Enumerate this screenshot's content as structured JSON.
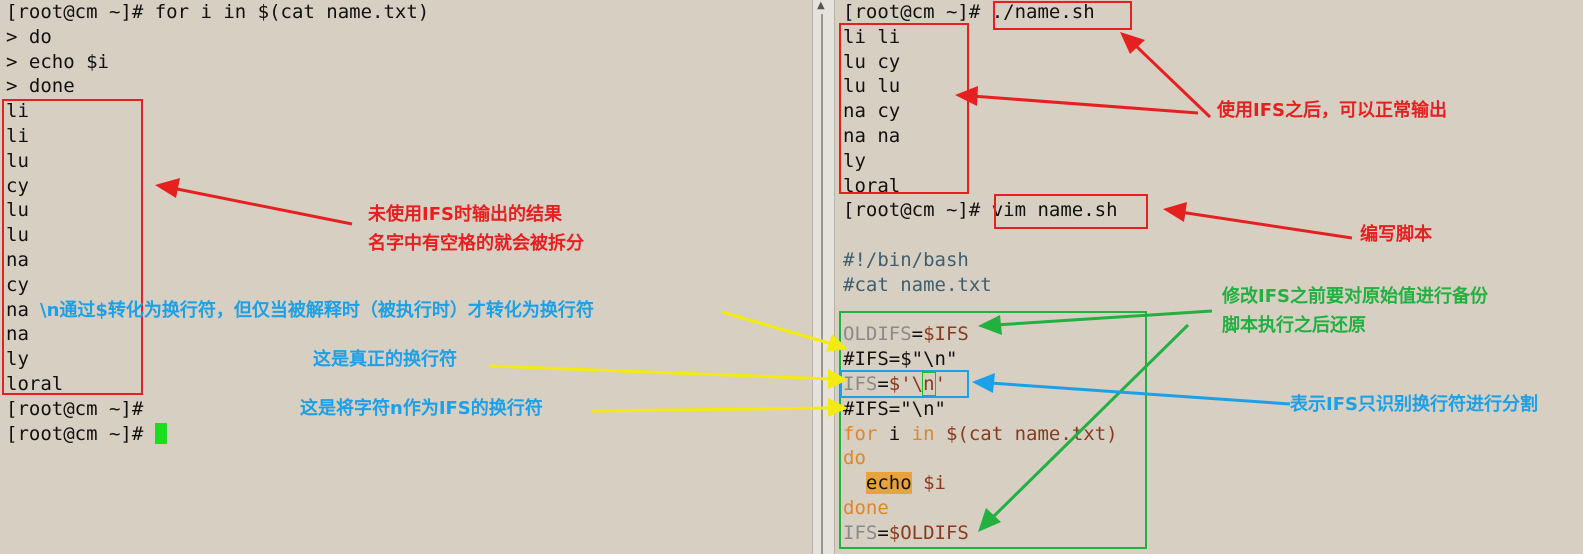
{
  "left_terminal": {
    "lines": [
      "[root@cm ~]# for i in $(cat name.txt)",
      "> do",
      "> echo $i",
      "> done",
      "li",
      "li",
      "lu",
      "cy",
      "lu",
      "lu",
      "na",
      "cy",
      "na",
      "na",
      "ly",
      "loral",
      "[root@cm ~]#",
      "[root@cm ~]# "
    ]
  },
  "right_terminal": {
    "prompt": "[root@cm ~]#",
    "run_cmd": " ./name.sh",
    "output": [
      "li li",
      "lu cy",
      "lu lu",
      "na cy",
      "na na",
      "ly",
      "loral"
    ],
    "edit_cmd": " vim name.sh",
    "script": {
      "shebang": "#!/bin/bash",
      "cat_comment": "#cat name.txt",
      "oldifs_var": "OLDIFS",
      "oldifs_eq": "=",
      "oldifs_val": "$IFS",
      "ifs_comment1": "#IFS=$\"\\n\"",
      "ifs_var": "IFS",
      "ifs_eq": "=",
      "ifs_dollar": "$'\\",
      "ifs_n": "n",
      "ifs_quote": "'",
      "ifs_comment2": "#IFS=\"\\n\"",
      "for_kw": "for",
      "for_var": " i ",
      "in_kw": "in",
      "for_rest": " $(cat name.txt)",
      "do_kw": "do",
      "echo_indent": "  ",
      "echo_kw": "echo",
      "echo_arg": " $i",
      "done_kw": "done",
      "restore_var": "IFS",
      "restore_eq": "=",
      "restore_val": "$OLDIFS"
    }
  },
  "annotations": {
    "no_ifs_line1": "未使用IFS时输出的结果",
    "no_ifs_line2": "名字中有空格的就会被拆分",
    "with_ifs": "使用IFS之后，可以正常输出",
    "write_script": "编写脚本",
    "backup_line1": "修改IFS之前要对原始值进行备份",
    "backup_line2": "脚本执行之后还原",
    "newline_only": "表示IFS只识别换行符进行分割",
    "escape_note": "\\n通过$转化为换行符，但仅当被解释时（被执行时）才转化为换行符",
    "real_newline": "这是真正的换行符",
    "n_as_ifs": "这是将字符n作为IFS的换行符"
  },
  "colors": {
    "background": "#d6cfc2",
    "red": "#e62020",
    "green": "#22b040",
    "blue": "#1ca0e8",
    "yellow": "#f2ea10",
    "cursor": "#18e01c"
  }
}
